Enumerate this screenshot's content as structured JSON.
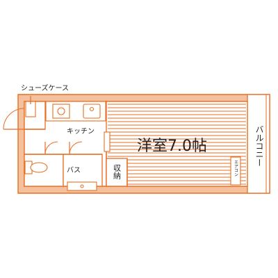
{
  "floor_plan": {
    "labels": {
      "shoe_case": "シューズケース",
      "kitchen": "キッチン",
      "western_room": "洋室7.0帖",
      "bath": "バス",
      "storage": "収納",
      "air_conditioner": "エアコン",
      "balcony": "バルコニー"
    }
  },
  "colors": {
    "line": "#e86e22",
    "wall_fill": "#f3c19e",
    "text": "#222222"
  }
}
